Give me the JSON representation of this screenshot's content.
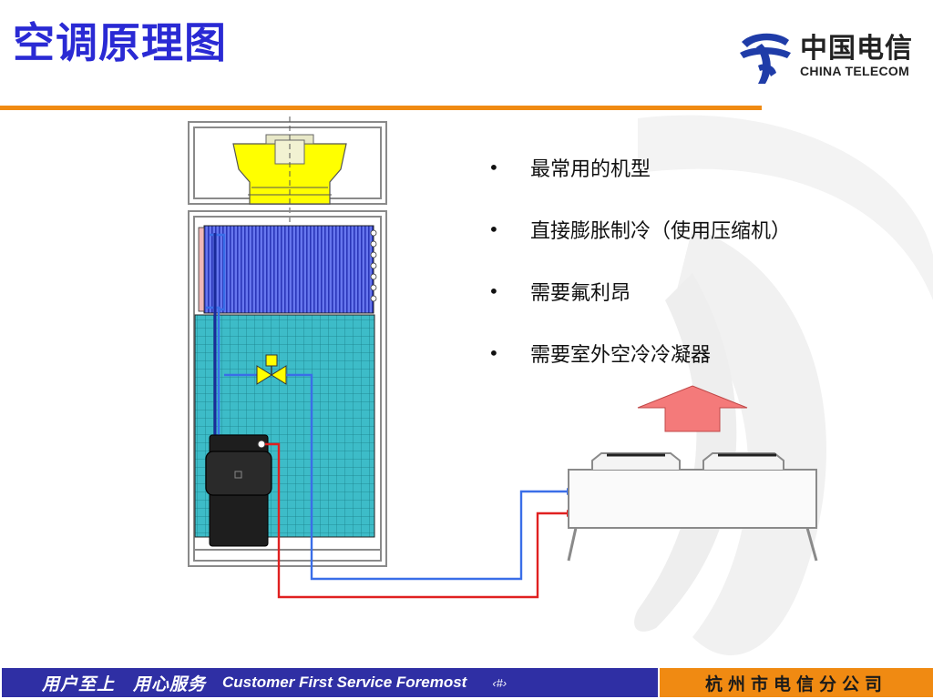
{
  "slide": {
    "title": "空调原理图",
    "logo": {
      "name_cn": "中国电信",
      "name_en": "CHINA TELECOM",
      "icon": "china-telecom-logo-icon"
    },
    "bullets": [
      "最常用的机型",
      "直接膨胀制冷（使用压缩机）",
      "需要氟利昂",
      "需要室外空冷冷凝器"
    ],
    "bullet_symbol": "•",
    "footer": {
      "slogan": "用户至上　用心服务",
      "slogan_en": "Customer First Service Foremost",
      "page": "‹#›",
      "company": "杭州市电信分公司"
    },
    "colors": {
      "title": "#2a2ad4",
      "accent_orange": "#f08a12",
      "footer_blue": "#2f2fa4",
      "coil_blue": "#4f5fe0",
      "filter_teal": "#36b6c2",
      "fan_yellow": "#ffff00",
      "pipe_blue": "#3a6ee8",
      "pipe_red": "#e02020",
      "arrow_red": "#f47a7a",
      "compressor": "#222222"
    }
  }
}
